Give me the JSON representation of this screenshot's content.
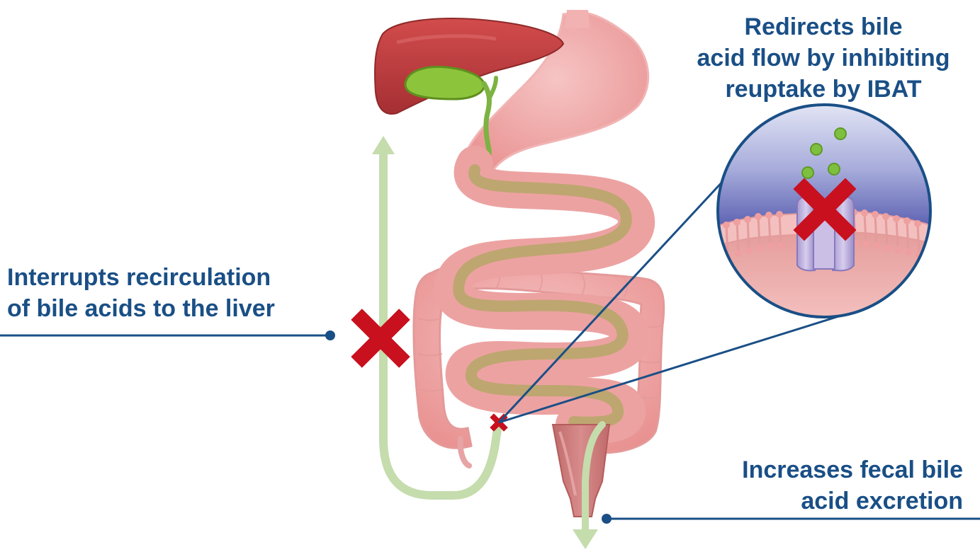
{
  "callouts": {
    "ibat": {
      "lines": [
        "Redirects bile",
        "acid flow by inhibiting",
        "reuptake by IBAT"
      ]
    },
    "recirculation": {
      "lines": [
        "Interrupts recirculation",
        "of bile acids to the liver"
      ]
    },
    "excretion": {
      "lines": [
        "Increases fecal bile",
        "acid excretion"
      ]
    }
  },
  "colors": {
    "text": "#1a4f86",
    "leader_line": "#1a4f86",
    "block_mark": "#c8101e",
    "liver": "#b83c3c",
    "gallbladder": "#8cc43c",
    "gut": "#efa3a3",
    "bile_flow": "#a8c888",
    "membrane": "#e8a0a0",
    "transporter": "#b8a8d8",
    "bile_droplet": "#7fbf3f"
  },
  "icons": [
    "liver",
    "gallbladder",
    "stomach",
    "intestine",
    "ibat-transporter",
    "block-x-icon"
  ]
}
